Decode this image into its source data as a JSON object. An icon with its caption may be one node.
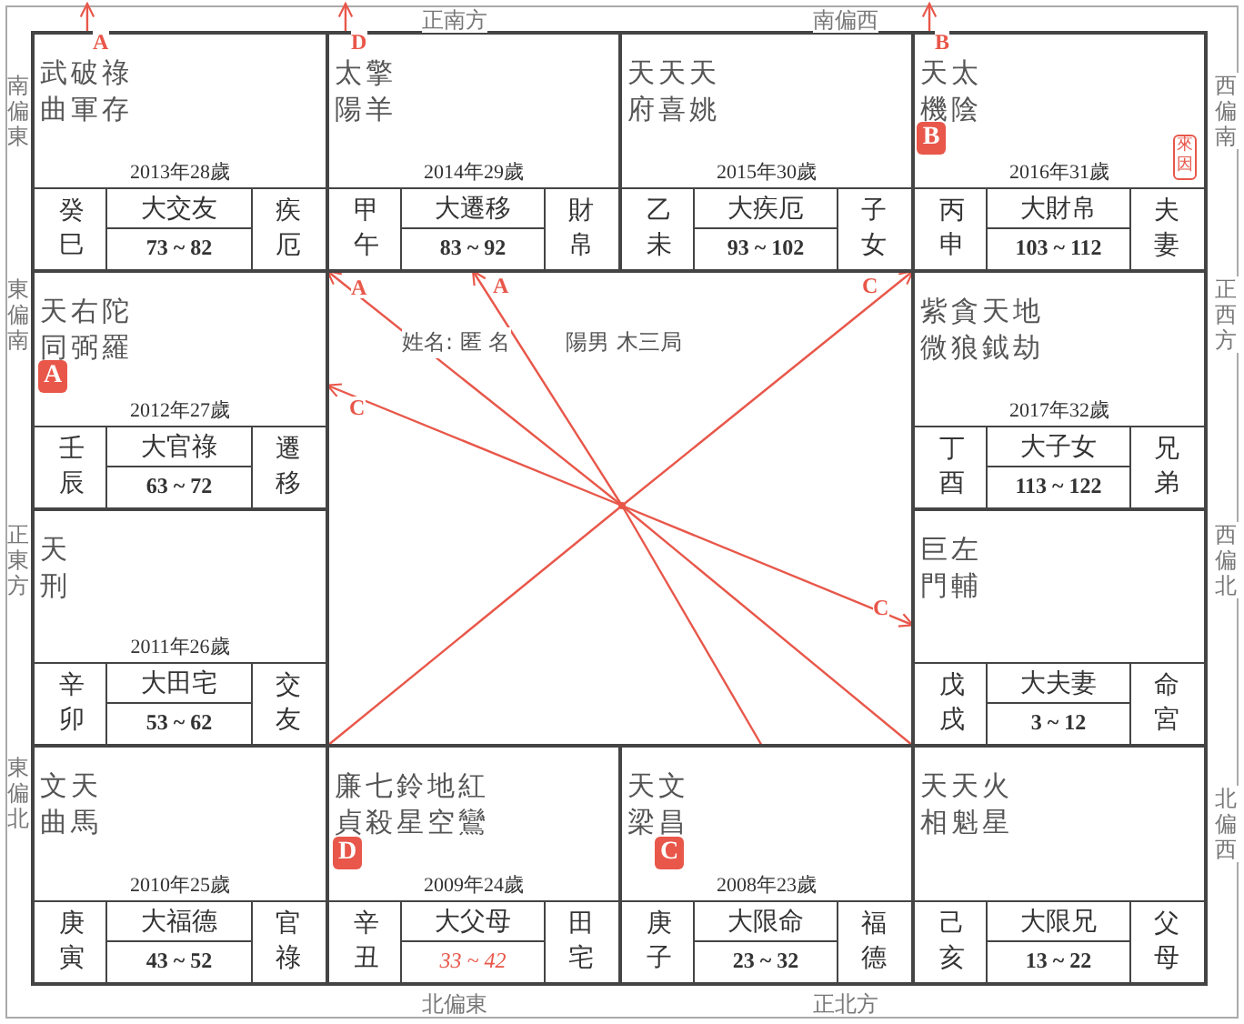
{
  "diagram": {
    "nodes": [
      {
        "text": [
          "武曲",
          "破軍",
          "祿存",
          "2013年28歲",
          "癸巳",
          "大交友",
          "73 ~ 82",
          "疾厄"
        ]
      },
      {
        "text": [
          "太陽",
          "擎羊",
          "2014年29歲",
          "甲午",
          "大遷移",
          "83 ~ 92",
          "財帛"
        ]
      },
      {
        "text": [
          "天府",
          "天喜",
          "天姚",
          "2015年30歲",
          "乙未",
          "大疾厄",
          "93 ~ 102",
          "子女"
        ]
      },
      {
        "text": [
          "天機",
          "太陰",
          "2016年31歲",
          "丙申",
          "大財帛",
          "103 ~ 112",
          "夫妻"
        ]
      },
      {
        "text": [
          "B"
        ],
        "in": 3
      },
      {
        "text": [
          "來因"
        ],
        "in": 3
      },
      {
        "text": [
          "天同",
          "右弼",
          "陀羅",
          "2012年27歲",
          "壬辰",
          "大官祿",
          "63 ~ 72",
          "遷移"
        ]
      },
      {
        "text": [
          "A"
        ],
        "in": 6
      },
      {
        "text": [
          "姓名: 匿 名",
          "陽男 木三局"
        ]
      },
      {
        "text": [],
        "shape": "dot",
        "in": 8
      },
      {
        "text": [
          "紫微",
          "貪狼",
          "天鉞",
          "地劫",
          "2017年32歲",
          "丁酉",
          "大子女",
          "113 ~ 122",
          "兄弟"
        ]
      },
      {
        "text": [
          "天刑",
          "2011年26歲",
          "辛卯",
          "大田宅",
          "53 ~ 62",
          "交友"
        ]
      },
      {
        "text": [
          "巨門",
          "左輔",
          "戊戌",
          "大夫妻",
          "3 ~ 12",
          "命宮"
        ]
      },
      {
        "text": [
          "文曲",
          "天馬",
          "2010年25歲",
          "庚寅",
          "大福德",
          "43 ~ 52",
          "官祿"
        ]
      },
      {
        "text": [
          "廉貞",
          "七殺",
          "鈴星",
          "地空",
          "紅鸞",
          "2009年24歲",
          "辛丑",
          "大父母",
          "33 ~ 42",
          "田宅"
        ]
      },
      {
        "text": [
          "D"
        ],
        "in": 14
      },
      {
        "text": [
          "天梁",
          "文昌",
          "2008年23歲",
          "庚子",
          "大限命",
          "23 ~ 32",
          "福德"
        ]
      },
      {
        "text": [
          "C"
        ],
        "in": 16
      },
      {
        "text": [
          "天相",
          "天魁",
          "火星",
          "己亥",
          "大限兄",
          "13 ~ 22",
          "父母"
        ]
      }
    ],
    "edges": [
      {
        "from": 0,
        "to": null,
        "arrow": "to",
        "label": "A"
      },
      {
        "from": 1,
        "to": null,
        "arrow": "to",
        "label": "D"
      },
      {
        "from": 3,
        "to": null,
        "arrow": "to",
        "label": "B"
      },
      {
        "from": 9,
        "to": 0,
        "arrow": "to",
        "label": "A"
      },
      {
        "from": 9,
        "to": 1,
        "arrow": "to",
        "label": "A"
      },
      {
        "from": 9,
        "to": 6,
        "arrow": "to",
        "label": "C"
      },
      {
        "from": 9,
        "to": 3,
        "arrow": "to",
        "label": "C"
      },
      {
        "from": 9,
        "to": 12,
        "arrow": "to",
        "label": "C"
      },
      {
        "from": 9,
        "to": 11,
        "arrow": "none"
      },
      {
        "from": 9,
        "to": 16,
        "arrow": "none"
      },
      {
        "from": 9,
        "to": 18,
        "arrow": "none"
      }
    ],
    "labels": [
      "正南方",
      "南偏西",
      "南偏東",
      "西偏南",
      "東偏南",
      "正西方",
      "正東方",
      "西偏北",
      "東偏北",
      "北偏西",
      "北偏東",
      "正北方"
    ]
  }
}
